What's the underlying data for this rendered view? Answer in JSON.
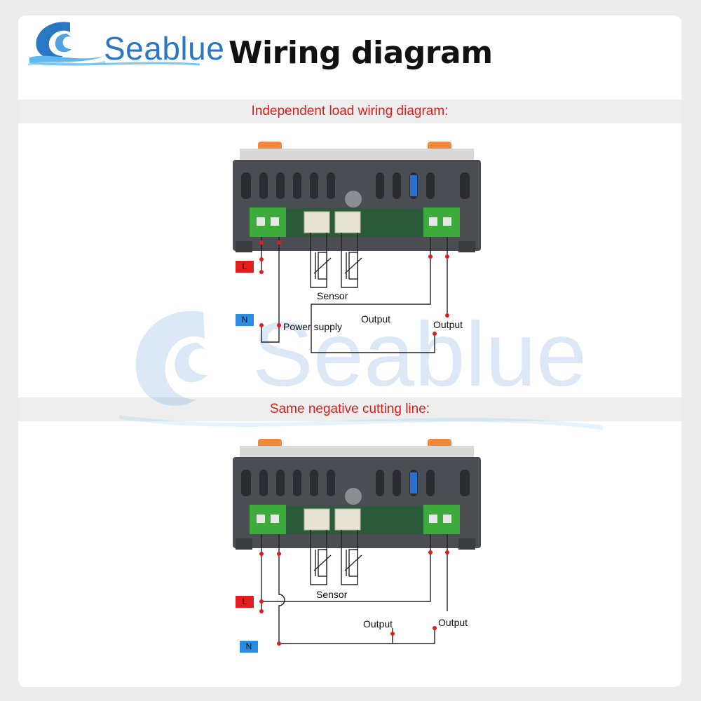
{
  "brand": {
    "name": "Seablue"
  },
  "header": {
    "title": "Wiring diagram"
  },
  "sections": [
    {
      "heading": "Independent load wiring diagram:",
      "labels": {
        "L": "L",
        "N": "N",
        "sensor": "Sensor",
        "power_supply": "Power supply",
        "output_1": "Output",
        "output_2": "Output"
      }
    },
    {
      "heading": "Same negative cutting line:",
      "labels": {
        "L": "L",
        "N": "N",
        "sensor": "Sensor",
        "output_1": "Output",
        "output_2": "Output"
      }
    }
  ],
  "watermark": {
    "text": "Seablue"
  },
  "colors": {
    "brand_blue": "#2a78c4",
    "heading_red": "#e01b1b",
    "wire_red_dot": "#e11d1d",
    "tag_L": "#e11d1d",
    "tag_N": "#2c8ae0",
    "terminal_green": "#3cab3c",
    "housing_gray": "#4a4d52",
    "clip_orange": "#f08a3a"
  }
}
